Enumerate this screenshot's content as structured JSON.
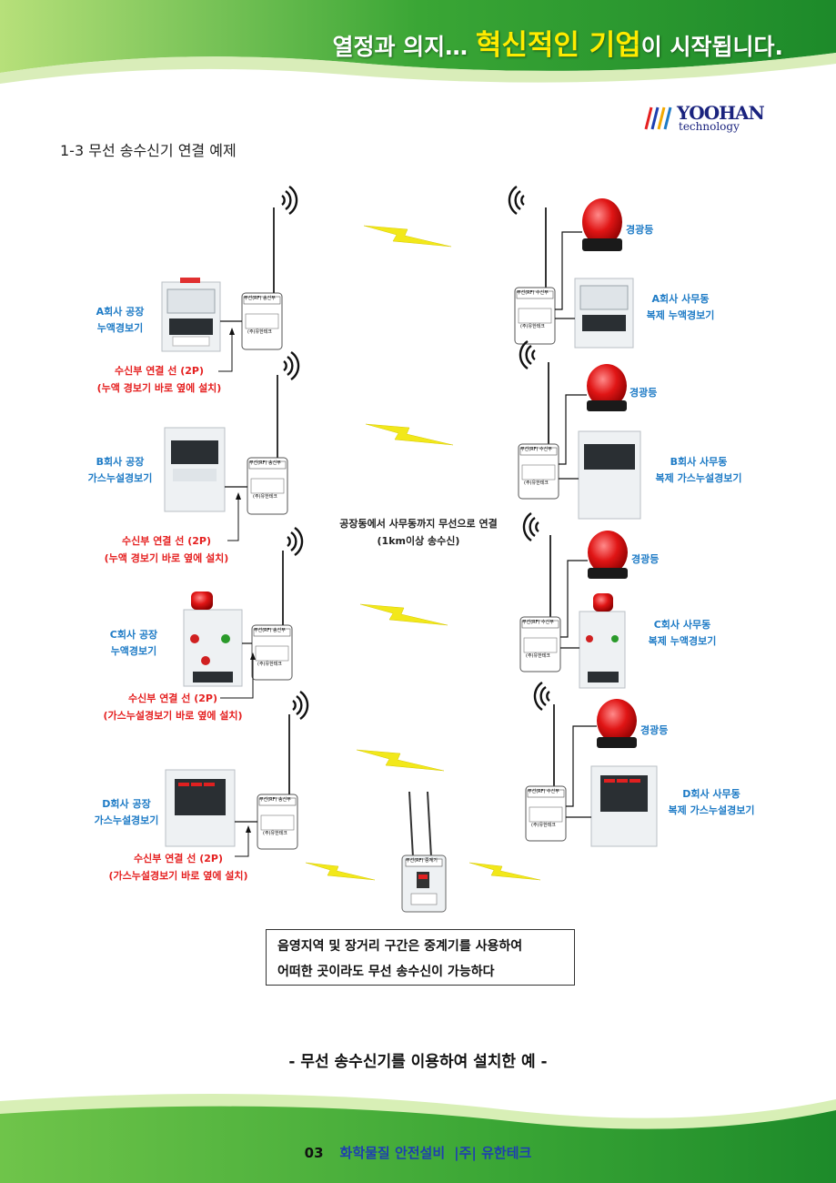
{
  "header": {
    "slogan_part1": "열정과 의지… ",
    "slogan_highlight": "혁신적인 기업",
    "slogan_part2": "이 시작됩니다."
  },
  "logo": {
    "main": "YOOHAN",
    "sub": "technology"
  },
  "section_title": "1-3 무선 송수신기 연결 예제",
  "devices": {
    "transmitter_label": "무선(RF) 송신부",
    "receiver_label": "무선(RF) 수신부",
    "repeater_label": "무선(RF) 중계기",
    "brand": "(주)유한테크"
  },
  "factory": [
    {
      "company": "A회사 공장",
      "type": "누액경보기",
      "wire": "수신부 연결 선 (2P)",
      "wire_note": "(누액 경보기 바로 옆에 설치)"
    },
    {
      "company": "B회사 공장",
      "type": "가스누설경보기",
      "wire": "수신부 연결 선 (2P)",
      "wire_note": "(누액 경보기 바로 옆에 설치)"
    },
    {
      "company": "C회사 공장",
      "type": "누액경보기",
      "wire": "수신부 연결 선 (2P)",
      "wire_note": "(가스누설경보기 바로 옆에 설치)"
    },
    {
      "company": "D회사 공장",
      "type": "가스누설경보기",
      "wire": "수신부 연결 선 (2P)",
      "wire_note": "(가스누설경보기 바로 옆에 설치)"
    }
  ],
  "office": [
    {
      "company": "A회사 사무동",
      "type": "복제 누액경보기",
      "beacon": "경광등"
    },
    {
      "company": "B회사 사무동",
      "type": "복제 가스누설경보기",
      "beacon": "경광등"
    },
    {
      "company": "C회사 사무동",
      "type": "복제 누액경보기",
      "beacon": "경광등"
    },
    {
      "company": "D회사 사무동",
      "type": "복제 가스누설경보기",
      "beacon": "경광등"
    }
  ],
  "center_note": {
    "line1": "공장동에서 사무동까지 무선으로 연결",
    "line2": "(1km이상 송수신)"
  },
  "note_box": {
    "line1": "음영지역 및 장거리 구간은 중계기를 사용하여",
    "line2": "어떠한 곳이라도 무선 송수신이 가능하다"
  },
  "caption": "- 무선 송수신기를 이용하여 설치한 예 -",
  "footer": {
    "page": "03",
    "title": "화학물질 안전설비",
    "company": "|주| 유한테크"
  },
  "colors": {
    "green": "#3aa635",
    "blue_label": "#1e7bc6",
    "red_label": "#e52020",
    "bolt": "#f2e81a"
  }
}
